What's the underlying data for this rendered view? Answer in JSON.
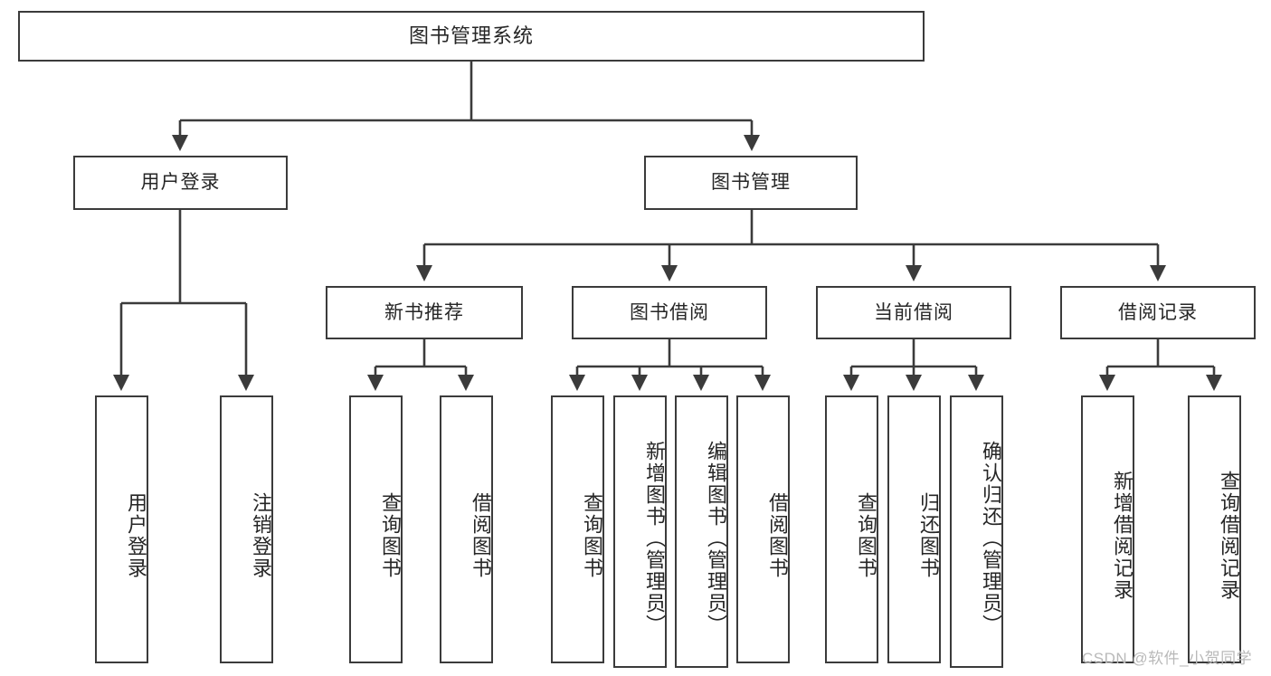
{
  "diagram": {
    "title": "图书管理系统",
    "watermark": "CSDN @软件_小贺同学",
    "colors": {
      "stroke": "#3b3b3b",
      "background": "#ffffff",
      "text": "#262626",
      "watermark": "#b9b9b9"
    },
    "levels": {
      "root": {
        "label": "图书管理系统"
      },
      "level2": [
        {
          "label": "用户登录"
        },
        {
          "label": "图书管理"
        }
      ],
      "level3": [
        {
          "label": "新书推荐"
        },
        {
          "label": "图书借阅"
        },
        {
          "label": "当前借阅"
        },
        {
          "label": "借阅记录"
        }
      ],
      "leaves": {
        "user_login": [
          {
            "label": "用户登录"
          },
          {
            "label": "注销登录"
          }
        ],
        "new_book_recommend": [
          {
            "label": "查询图书"
          },
          {
            "label": "借阅图书"
          }
        ],
        "book_borrow": [
          {
            "label": "查询图书"
          },
          {
            "label": "新增图书（管理员）"
          },
          {
            "label": "编辑图书（管理员）"
          },
          {
            "label": "借阅图书"
          }
        ],
        "current_borrow": [
          {
            "label": "查询图书"
          },
          {
            "label": "归还图书"
          },
          {
            "label": "确认归还（管理员）"
          }
        ],
        "borrow_record": [
          {
            "label": "新增借阅记录"
          },
          {
            "label": "查询借阅记录"
          }
        ]
      }
    }
  }
}
